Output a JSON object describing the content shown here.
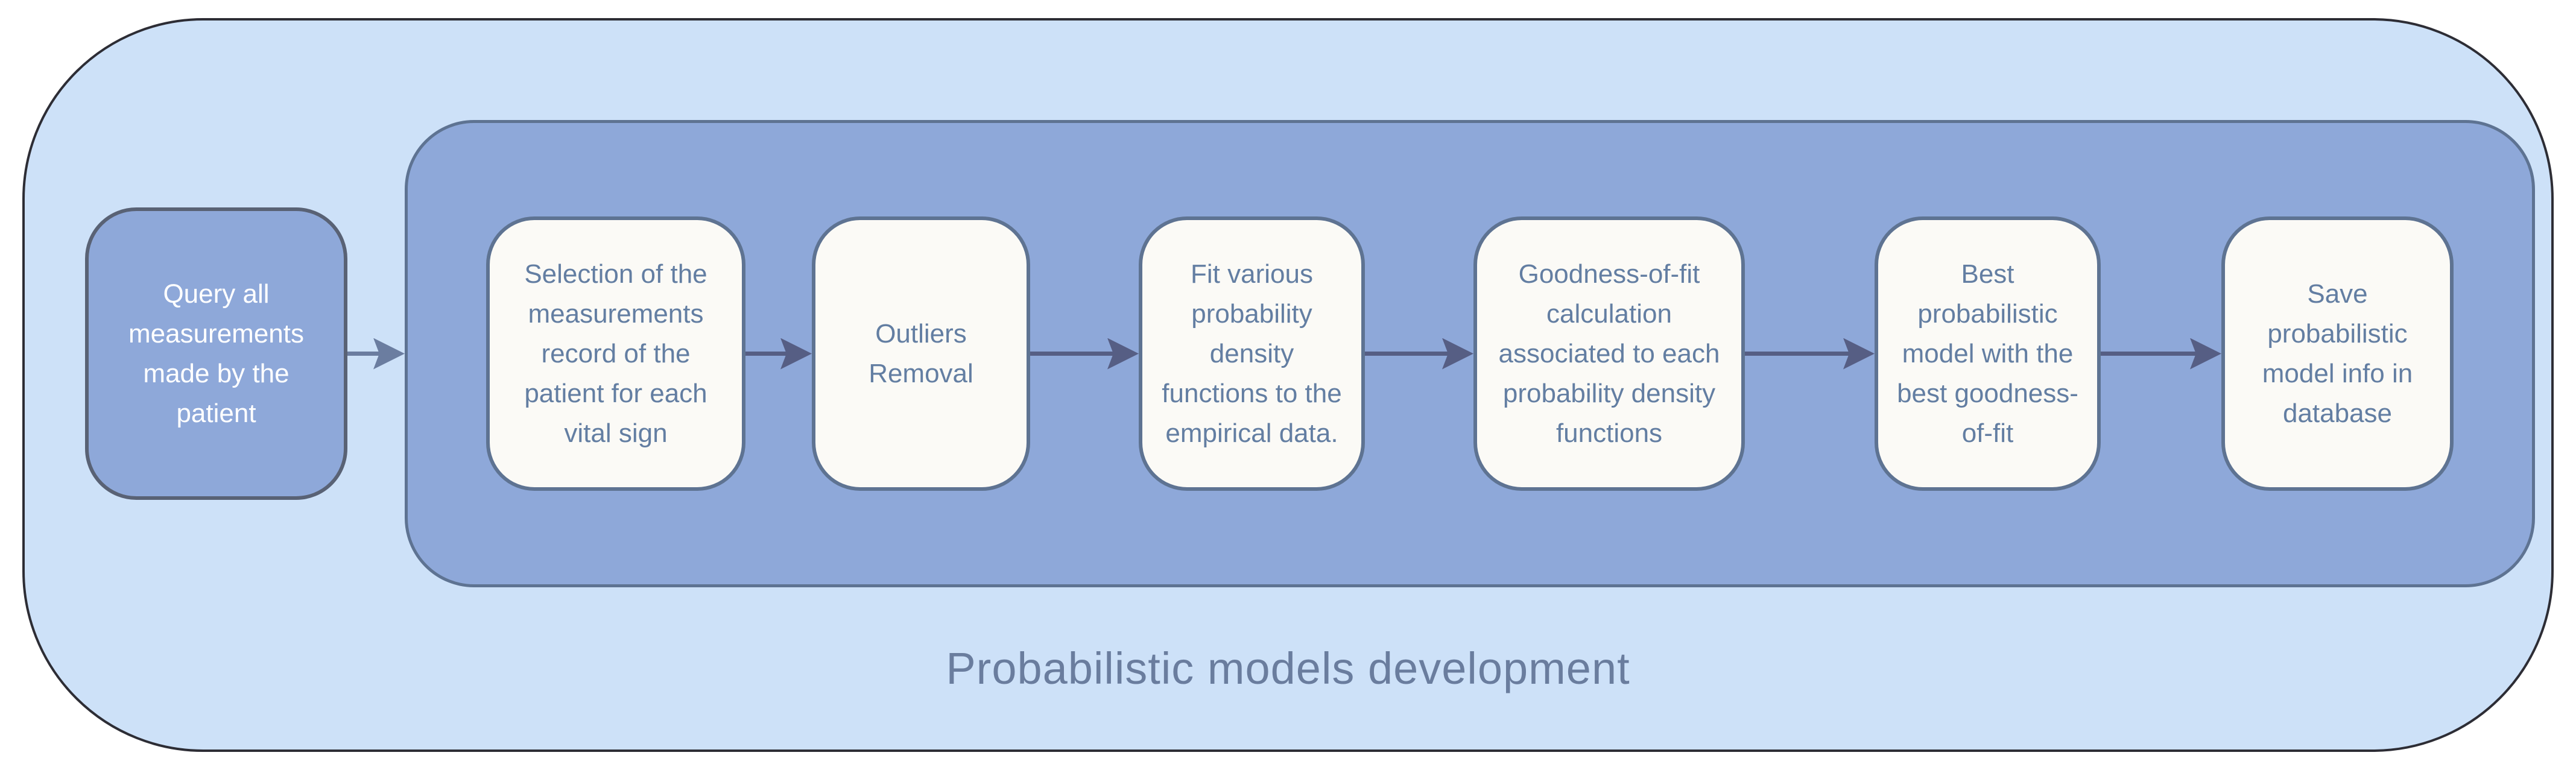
{
  "flow": {
    "start_node": {
      "label": "Query all measurements made by the patient"
    },
    "group": {
      "caption": "Probabilistic models development",
      "steps": [
        {
          "label": "Selection of the measurements record of the patient for each vital sign"
        },
        {
          "label": "Outliers Removal"
        },
        {
          "label": "Fit various probability density functions to the empirical data."
        },
        {
          "label": "Goodness-of-fit calculation associated to each probability density functions"
        },
        {
          "label": "Best probabilistic model with the best goodness-of-fit"
        },
        {
          "label": "Save probabilistic model info in database"
        }
      ]
    },
    "colors": {
      "page-bg": "#ffffff",
      "outer-fill": "#cde1f8",
      "outer-border": "#2d2d35",
      "inner-fill": "#8ea8d9",
      "inner-border": "#5e7392",
      "node-fill": "#fbfaf6",
      "node-border": "#5e7392",
      "node-text": "#637ea2",
      "start-fill": "#8ea8d9",
      "start-border": "#596275",
      "start-text": "#ffffff",
      "arrow": "#565e84",
      "arrow-start": "#6b7da0",
      "caption-text": "#6a7d9e"
    }
  }
}
